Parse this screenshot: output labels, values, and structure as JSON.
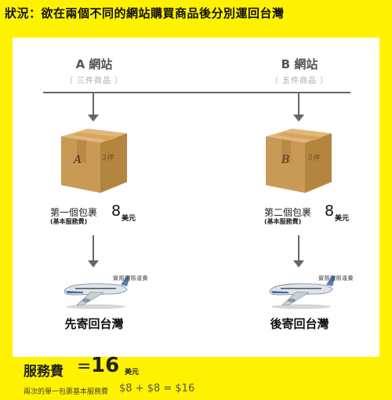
{
  "header": {
    "title": "狀況：欲在兩個不同的網站購買商品後分別運回台灣"
  },
  "sites": [
    {
      "title": "A 網站",
      "subtitle": "（ 三件商品 ）",
      "box_letter": "A",
      "box_count": "3件",
      "package_label": "第一個包裹",
      "package_sub": "(基本服務費)",
      "fee": "8",
      "fee_unit": "美元",
      "plane_label": "實際國際運費",
      "destination": "先寄回台灣"
    },
    {
      "title": "B 網站",
      "subtitle": "（ 五件商品 ）",
      "box_letter": "B",
      "box_count": "5件",
      "package_label": "第二個包裹",
      "package_sub": "(基本服務費)",
      "fee": "8",
      "fee_unit": "美元",
      "plane_label": "實際國際運費",
      "destination": "後寄回台灣"
    }
  ],
  "total": {
    "label": "服務費",
    "equals": "=",
    "amount": "16",
    "unit": "美元",
    "note": "兩次的單一包裹基本服務費",
    "formula": "$8 + $8 = $16"
  },
  "colors": {
    "background": "#fff200",
    "panel": "#ffffff",
    "line": "#666666",
    "box": "#c99a56"
  }
}
